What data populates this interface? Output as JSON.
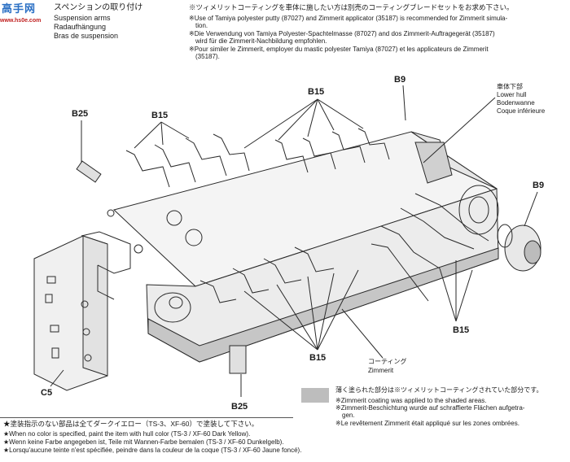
{
  "logo": {
    "mark": "高手网",
    "url": "www.hs0e.com"
  },
  "section": {
    "title_jp": "スペンションの取り付け",
    "title_en": "Suspension arms",
    "title_de": "Radaufhängung",
    "title_fr": "Bras de suspension"
  },
  "notes_top": {
    "jp": "※ツィメリットコーティングを車体に施したい方は別売のコーティングブレードセットをお求め下さい。",
    "en_1": "※Use of Tamiya polyester putty (87027) and Zimmerit applicator (35187) is recommended for Zimmerit simula-",
    "en_2": "tion.",
    "de_1": "※Die Verwendung von Tamiya Polyester-Spachtelmasse (87027) and dos Zimmerit-Auftragegerät (35187)",
    "de_2": "wird für die Zimmerit-Nachbildung empfohlen.",
    "fr_1": "※Pour similer le Zimmerit, employer du mastic polyester Tamiya (87027) et les applicateurs de Zimmerit",
    "fr_2": "(35187)."
  },
  "part_labels": {
    "b25_top": "B25",
    "b15_left": "B15",
    "b15_mid": "B15",
    "b9_top": "B9",
    "b9_right": "B9",
    "b15_right": "B15",
    "b15_bottom": "B15",
    "b25_bottom": "B25",
    "c5": "C5"
  },
  "callouts": {
    "lower_hull_jp": "車体下部",
    "lower_hull_en": "Lower hull",
    "lower_hull_de": "Bodenwanne",
    "lower_hull_fr": "Coque inférieure",
    "coating_jp": "コーティング",
    "coating_en": "Zimmerit"
  },
  "shaded_legend": {
    "jp": "薄く塗られた部分は※ツィメリットコーティングされていた部分です。",
    "en": "※Zimmerit coating was applied to the shaded areas.",
    "de_1": "※Zimmerit-Beschichtung wurde auf schraffierte Flächen aufgetra-",
    "de_2": "gen.",
    "fr": "※Le revêtement Zimmerit était appliqué sur les zones ombrées."
  },
  "color_note": {
    "jp": "★塗装指示のない部品は全てダークイエロー（TS-3、XF-60）で塗装して下さい。",
    "en_1": "★When no color is specified, paint the item with hull color (TS-3 / XF-60 Dark Yellow).",
    "de": "★Wenn keine Farbe angegeben ist, Teile mit Wannen-Farbe bemalen (TS-3 / XF-60 Dunkelgelb).",
    "fr": "★Lorsqu'aucune teinte n'est spécifiée, peindre dans la couleur de la coque (TS-3 / XF-60 Jaune foncé)."
  },
  "colors": {
    "line": "#2a2a2a",
    "shade": "#bdbdbd",
    "logo": "#2a6fc4"
  }
}
